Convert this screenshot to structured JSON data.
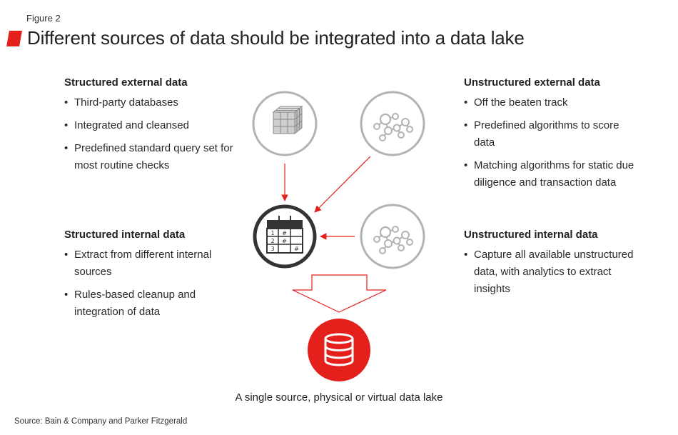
{
  "figure_label": "Figure 2",
  "title": "Different sources of data should be integrated into a data lake",
  "colors": {
    "accent": "#e3201b",
    "circle_stroke": "#b3b3b3",
    "hub_stroke": "#333333",
    "arrow": "#e3201b"
  },
  "icons": {
    "cube": "cube-grid-icon",
    "network": "network-nodes-icon",
    "table": "table-grid-icon",
    "database": "database-icon"
  },
  "structured_external": {
    "heading": "Structured  external data",
    "items": [
      "Third-party databases",
      "Integrated and cleansed",
      "Predefined standard query set for most routine checks"
    ]
  },
  "structured_internal": {
    "heading": "Structured  internal data",
    "items": [
      "Extract from different internal sources",
      "Rules-based cleanup and integration of data"
    ]
  },
  "unstructured_external": {
    "heading": "Unstructured external data",
    "items": [
      "Off the beaten track",
      "Predefined algorithms to score data",
      "Matching algorithms for static due diligence and transaction data"
    ]
  },
  "unstructured_internal": {
    "heading": "Unstructured internal data",
    "items": [
      "Capture all available unstructured data, with analytics to extract insights"
    ]
  },
  "table_icon_cells": [
    "1",
    "#",
    "2",
    "#",
    "3",
    "#"
  ],
  "caption": "A single source, physical or virtual data lake",
  "source": "Source: Bain & Company and Parker Fitzgerald"
}
